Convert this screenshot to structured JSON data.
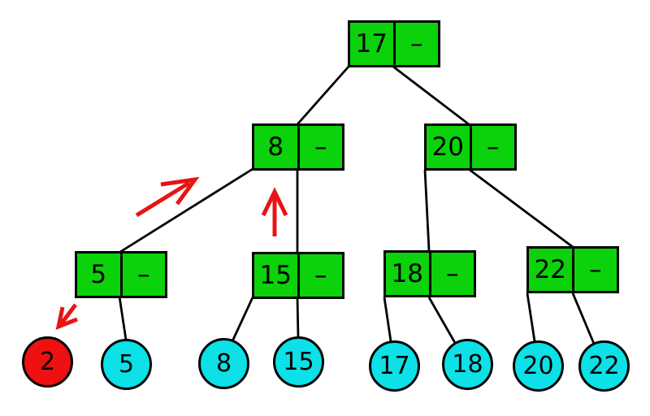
{
  "colors": {
    "internal_node_fill": "#0bd20b",
    "leaf_fill": "#0be1e6",
    "highlight_leaf_fill": "#ed1111",
    "edge_stroke": "#000000",
    "arrow_stroke": "#e81414"
  },
  "tree": {
    "internal_nodes": [
      {
        "key": "17",
        "slot2": "–"
      },
      {
        "key": "8",
        "slot2": "–"
      },
      {
        "key": "20",
        "slot2": "–"
      },
      {
        "key": "5",
        "slot2": "–"
      },
      {
        "key": "15",
        "slot2": "–"
      },
      {
        "key": "18",
        "slot2": "–"
      },
      {
        "key": "22",
        "slot2": "–"
      }
    ],
    "leaves": [
      {
        "value": "2",
        "highlight": true
      },
      {
        "value": "5",
        "highlight": false
      },
      {
        "value": "8",
        "highlight": false
      },
      {
        "value": "15",
        "highlight": false
      },
      {
        "value": "17",
        "highlight": false
      },
      {
        "value": "18",
        "highlight": false
      },
      {
        "value": "20",
        "highlight": false
      },
      {
        "value": "22",
        "highlight": false
      }
    ],
    "edges": [
      {
        "from": "17–",
        "to": "8–"
      },
      {
        "from": "17–",
        "to": "20–"
      },
      {
        "from": "8–",
        "to": "5–"
      },
      {
        "from": "8–",
        "to": "15–"
      },
      {
        "from": "20–",
        "to": "18–"
      },
      {
        "from": "20–",
        "to": "22–"
      },
      {
        "from": "5–",
        "to": "leaf-5"
      },
      {
        "from": "15–",
        "to": "leaf-8"
      },
      {
        "from": "15–",
        "to": "leaf-15"
      },
      {
        "from": "18–",
        "to": "leaf-17"
      },
      {
        "from": "18–",
        "to": "leaf-18"
      },
      {
        "from": "22–",
        "to": "leaf-20"
      },
      {
        "from": "22–",
        "to": "leaf-22"
      }
    ],
    "insertion_arrows": [
      {
        "name": "arrow-up-right-toward-node-8"
      },
      {
        "name": "arrow-up-toward-node-8"
      },
      {
        "name": "arrow-down-left-toward-leaf-2"
      }
    ]
  }
}
